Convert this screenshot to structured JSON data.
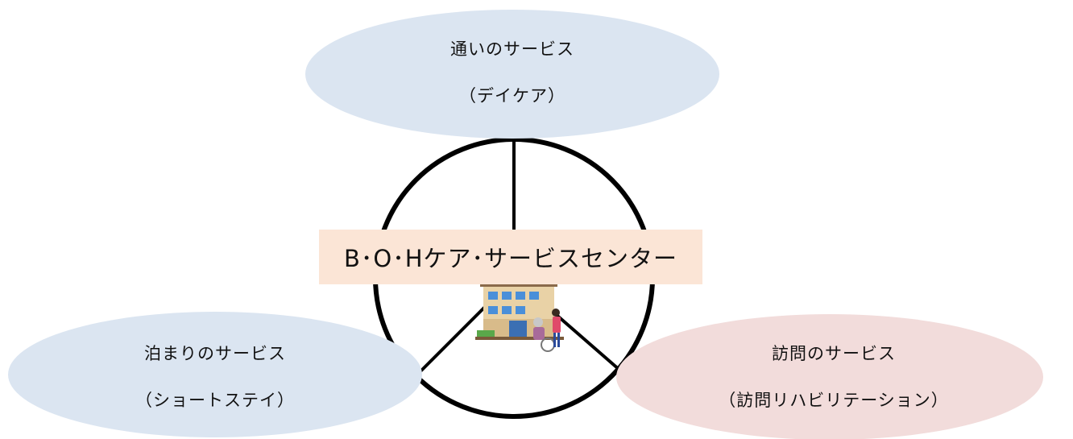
{
  "center": {
    "label": "B･O･Hケア･サービスセンター"
  },
  "services": {
    "day": {
      "line1": "通いのサービス",
      "line2": "（デイケア）",
      "color": "#dbe5f1"
    },
    "stay": {
      "line1": "泊まりのサービス",
      "line2": "（ショートステイ）",
      "color": "#dbe5f1"
    },
    "visit": {
      "line1": "訪問のサービス",
      "line2": "（訪問リハビリテーション）",
      "color": "#f2dcdb"
    }
  },
  "illustration": {
    "icon": "care-facility-with-wheelchair-icon"
  }
}
